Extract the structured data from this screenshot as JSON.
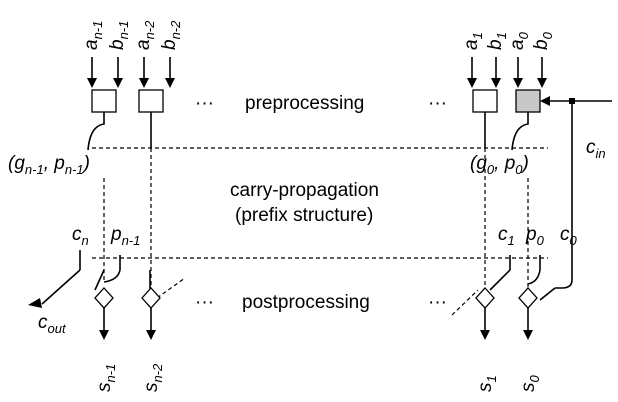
{
  "stages": {
    "preprocessing": "preprocessing",
    "carry_line1": "carry-propagation",
    "carry_line2": "(prefix structure)",
    "postprocessing": "postprocessing"
  },
  "ellipsis": "···",
  "inputs": [
    {
      "id": "a-n-1",
      "base": "a",
      "sub": "n-1"
    },
    {
      "id": "b-n-1",
      "base": "b",
      "sub": "n-1"
    },
    {
      "id": "a-n-2",
      "base": "a",
      "sub": "n-2"
    },
    {
      "id": "b-n-2",
      "base": "b",
      "sub": "n-2"
    },
    {
      "id": "a-1",
      "base": "a",
      "sub": "1"
    },
    {
      "id": "b-1",
      "base": "b",
      "sub": "1"
    },
    {
      "id": "a-0",
      "base": "a",
      "sub": "0"
    },
    {
      "id": "b-0",
      "base": "b",
      "sub": "0"
    }
  ],
  "outputs": [
    {
      "id": "s-n-1",
      "base": "s",
      "sub": "n-1"
    },
    {
      "id": "s-n-2",
      "base": "s",
      "sub": "n-2"
    },
    {
      "id": "s-1",
      "base": "s",
      "sub": "1"
    },
    {
      "id": "s-0",
      "base": "s",
      "sub": "0"
    }
  ],
  "signals": {
    "c_in": {
      "base": "c",
      "sub": "in"
    },
    "c_out": {
      "base": "c",
      "sub": "out"
    },
    "c_n": {
      "base": "c",
      "sub": "n"
    },
    "p_n_1": {
      "base": "p",
      "sub": "n-1"
    },
    "c_1": {
      "base": "c",
      "sub": "1"
    },
    "p_0": {
      "base": "p",
      "sub": "0"
    },
    "c_0": {
      "base": "c",
      "sub": "0"
    }
  },
  "gp_left": {
    "open": "(",
    "g": "g",
    "g_sub": "n-1",
    "sep": ", ",
    "p": "p",
    "p_sub": "n-1",
    "close": ")"
  },
  "gp_right": {
    "open": "(",
    "g": "g",
    "g_sub": "0",
    "sep": ", ",
    "p": "p",
    "p_sub": "0",
    "close": ")"
  },
  "colors": {
    "line": "#000000",
    "highlight_box": "#c8c8c8",
    "background": "#ffffff"
  }
}
